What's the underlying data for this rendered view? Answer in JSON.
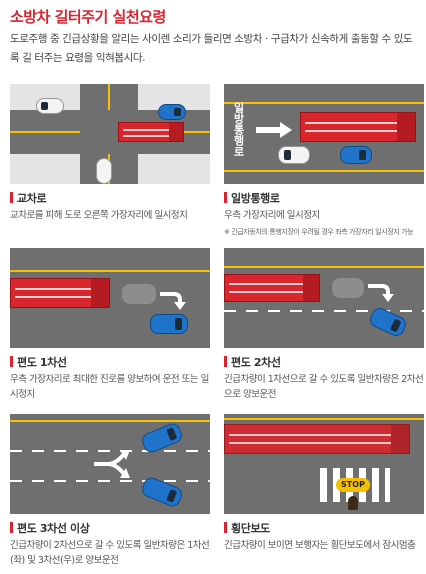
{
  "title": "소방차 길터주기 실천요령",
  "intro": "도로주행 중 긴급상황을 알리는 사이렌 소리가 들리면 소방차 · 구급차가 신속하게 출동할 수 있도록 길 터주는 요령을 익혀봅시다.",
  "cards": [
    {
      "caption": "교차로",
      "desc": "교차로를 피해 도로 오른쪽 가장자리에 일시정지"
    },
    {
      "caption": "일방통행로",
      "desc": "우측 가장자리에 일시정지",
      "note": "※ 긴급자동차의 통행지장이 우려될 경우 좌측 가장자리 일시정지 가능",
      "road_text": "일방통행로"
    },
    {
      "caption": "편도 1차선",
      "desc": "우측 가장자리로 최대한 진로를 양보하여 운전 또는 일시정지"
    },
    {
      "caption": "편도 2차선",
      "desc": "긴급차량이 1차선으로 갈 수 있도록 일반차량은 2차선으로 양보운전"
    },
    {
      "caption": "편도 3차선 이상",
      "desc": "긴급차량이 2차선으로 갈 수 있도록 일반차량은 1차선(좌) 및 3차선(우)로 양보운전"
    },
    {
      "caption": "횡단보도",
      "desc": "긴급차량이 보이면 보행자는 횡단보도에서 잠시멈춤",
      "sign": "STOP"
    }
  ],
  "colors": {
    "accent": "#d9232e",
    "road": "#6f6f6f",
    "truck": "#d8262c",
    "car": "#1f73c9",
    "lane": "#f4c000"
  }
}
